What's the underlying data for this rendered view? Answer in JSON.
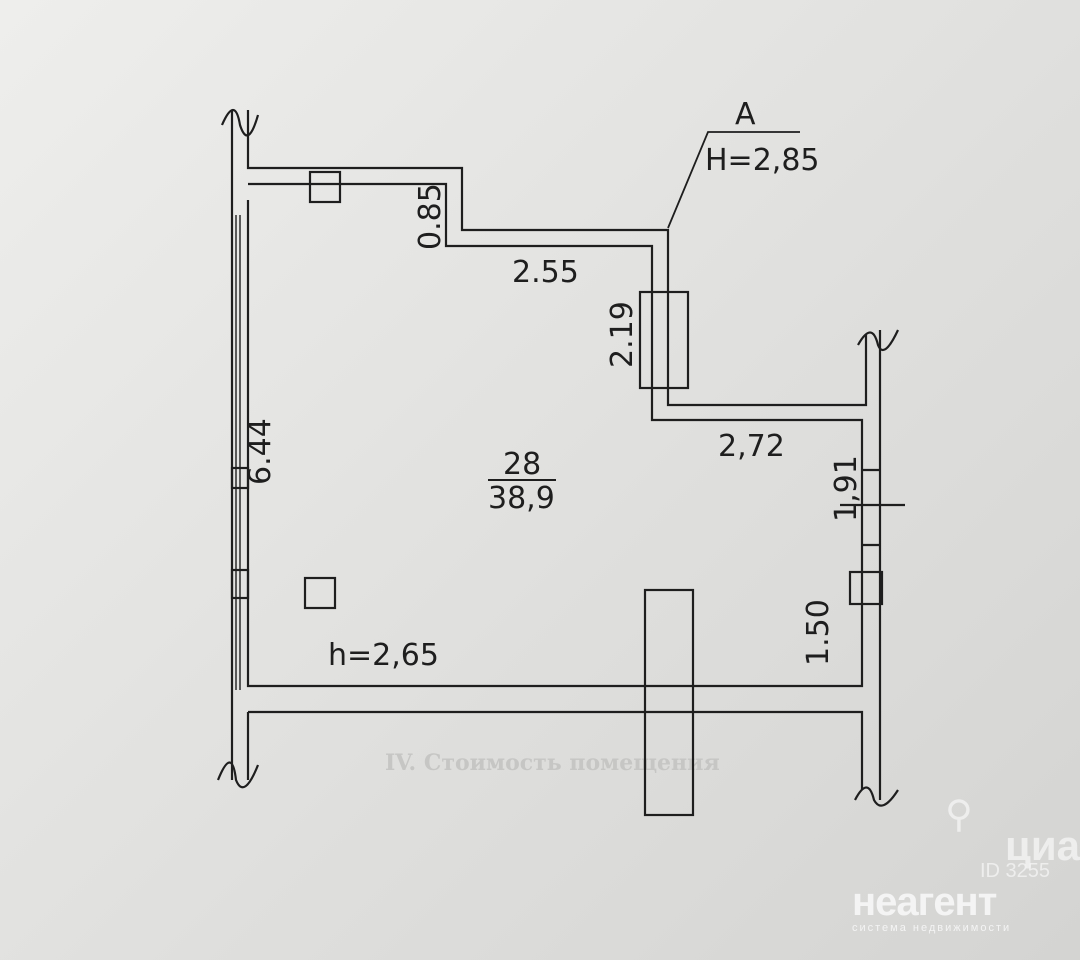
{
  "plan": {
    "point_label": "A",
    "ceiling_height_label": "H=2,85",
    "room_height_label": "h=2,65",
    "room_number": "28",
    "room_area": "38,9",
    "dimensions": {
      "top_step": "0.85",
      "top_segment": "2.55",
      "right_upper": "2.19",
      "right_step": "2,72",
      "right_mid": "1,91",
      "right_lower": "1.50",
      "left_wall": "6.44"
    }
  },
  "background_text": {
    "section_heading": "IV. Стоимость помещения"
  },
  "watermarks": {
    "cian_brand": "циан",
    "cian_id": "ID 3255",
    "neagent_brand": "неагент",
    "neagent_tagline": "система недвижимости"
  },
  "colors": {
    "line": "#1e1e1e",
    "paper": "#e6e6e4"
  }
}
